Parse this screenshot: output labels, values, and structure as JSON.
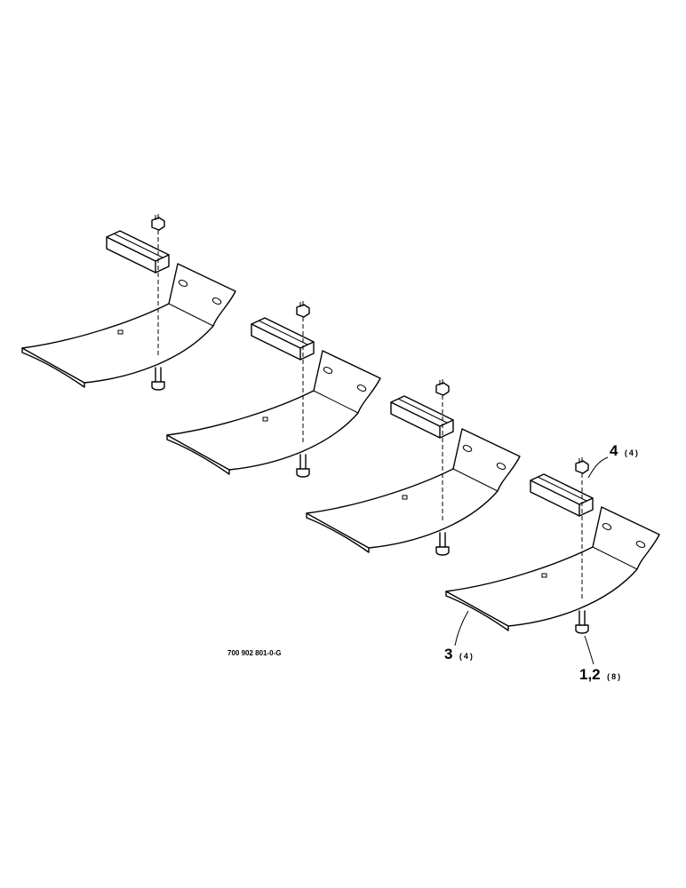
{
  "drawing_number": "700 902 801-0-G",
  "callouts": [
    {
      "item": "4",
      "qty": "(4)"
    },
    {
      "item": "3",
      "qty": "(4)"
    },
    {
      "item": "1,2",
      "qty": "(8)"
    }
  ]
}
